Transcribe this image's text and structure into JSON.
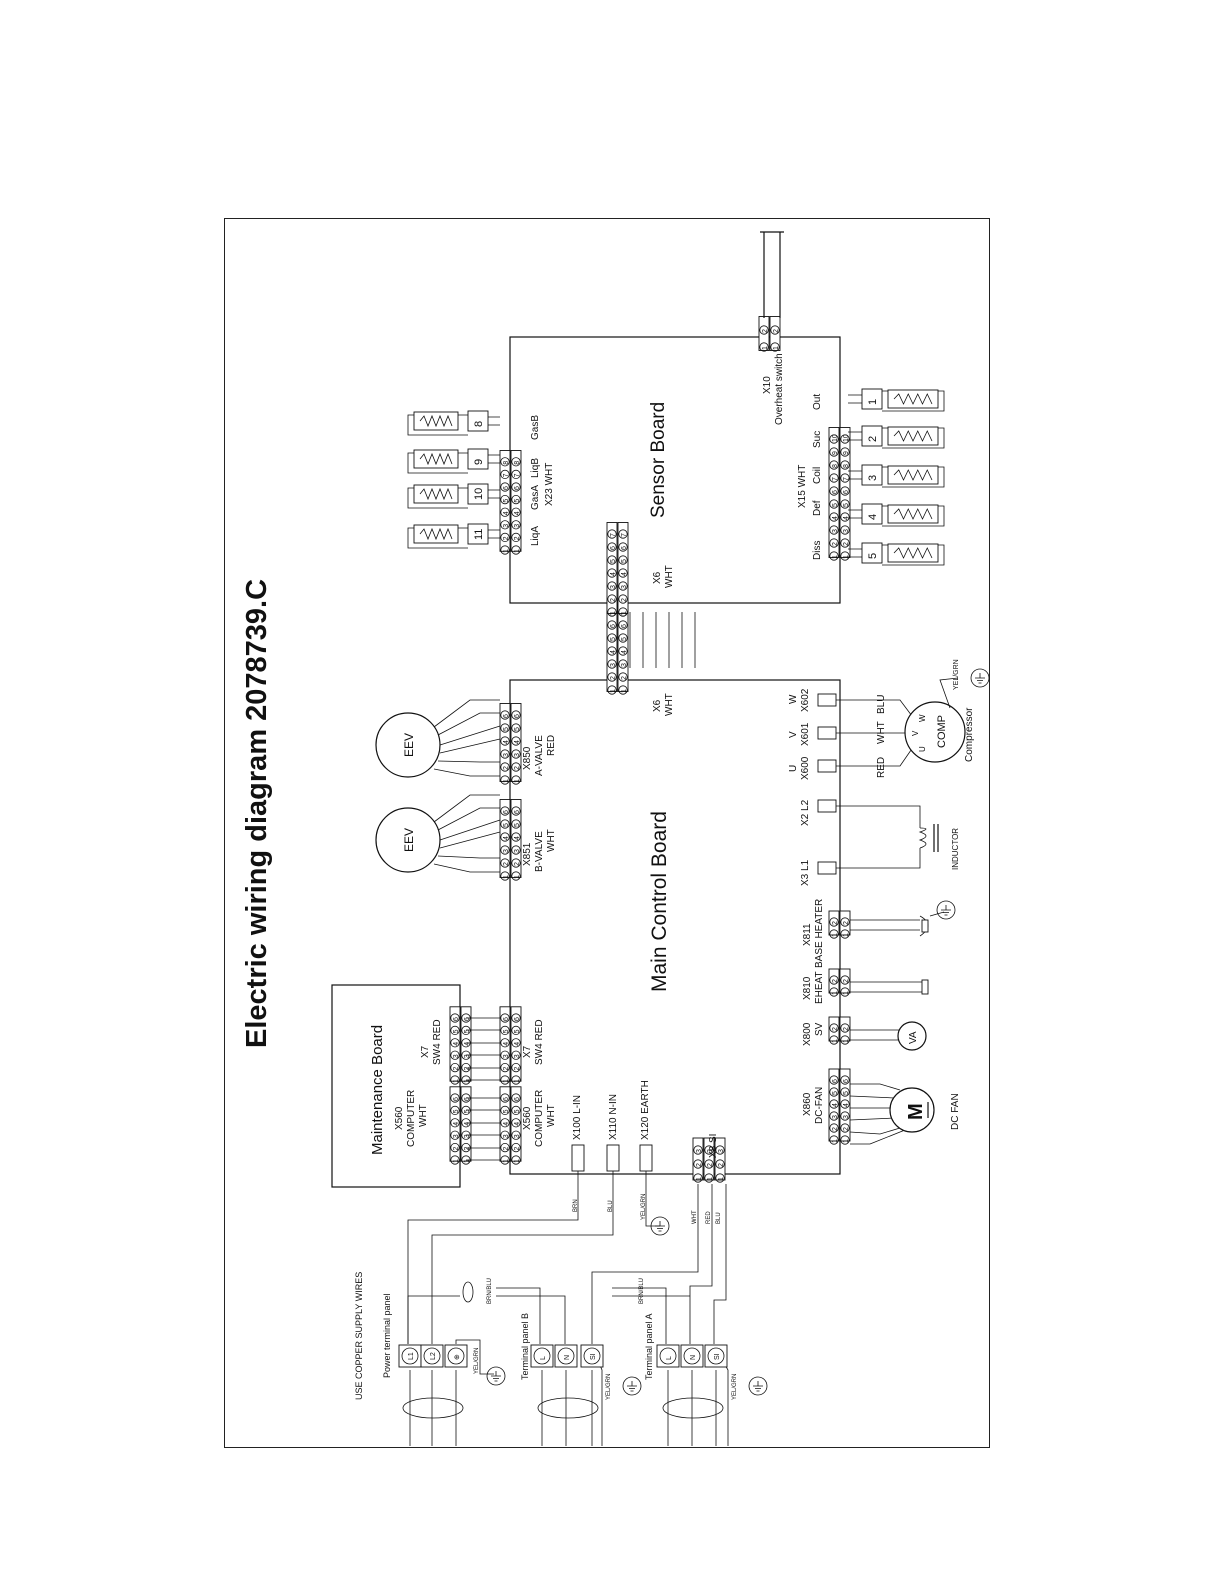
{
  "title": "Electric wiring diagram 2078739.C",
  "boards": {
    "main": "Main  Control Board",
    "sensor": "Sensor Board",
    "maintenance": "Maintenance Board"
  },
  "maintenance_connectors": {
    "x560": [
      "X560",
      "COMPUTER",
      "WHT"
    ],
    "x7": [
      "X7",
      "SW4 RED"
    ]
  },
  "main_left_connectors": {
    "x560": [
      "X560",
      "COMPUTER",
      "WHT"
    ],
    "x7": [
      "X7",
      "SW4 RED"
    ],
    "x100": "X100 L-IN",
    "x110": "X110 N-IN",
    "x120": "X120 EARTH"
  },
  "eev": {
    "label": "EEV",
    "x851": [
      "X851",
      "B-VALVE",
      "WHT"
    ],
    "x850": [
      "X850",
      "A-VALVE",
      "RED"
    ]
  },
  "x6": [
    "X6",
    "WHT"
  ],
  "x8": "X8  SI",
  "sensor": {
    "x23": [
      "X23  WHT"
    ],
    "x23_pins": [
      "LiqA",
      "GasA",
      "LiqB",
      "GasB"
    ],
    "x23_sensors": [
      "11",
      "10",
      "9",
      "8"
    ],
    "x10": [
      "X10",
      "Overheat switch"
    ],
    "x15": [
      "X15 WHT"
    ],
    "x15_pins": [
      "Diss",
      "Def",
      "Coil",
      "Suc",
      "Out"
    ],
    "x15_sensors": [
      "5",
      "4",
      "3",
      "2",
      "1"
    ]
  },
  "bottom": {
    "x860": [
      "X860",
      "DC-FAN"
    ],
    "x800": [
      "X800",
      "SV"
    ],
    "x810": [
      "X810",
      "EHEAT"
    ],
    "x811": [
      "X811",
      "BASE HEATER"
    ],
    "x3": "X3 L1",
    "x2": "X2 L2",
    "x600": [
      "U",
      "X600"
    ],
    "x601": [
      "V",
      "X601"
    ],
    "x602": [
      "W",
      "X602"
    ],
    "dc_fan": "DC FAN",
    "motor": "M",
    "va": "VA",
    "inductor": "INDUCTOR",
    "comp": "COMP",
    "compressor": "Compressor",
    "uvw": [
      "U",
      "V",
      "W"
    ],
    "wire_colors": [
      "RED",
      "WHT",
      "BLU"
    ],
    "yelgrn": "YEL/GRN"
  },
  "supply": {
    "copper": "USE COPPER SUPPLY WIRES",
    "power_panel": "Power terminal panel",
    "panel_b": "Terminal panel B",
    "panel_a": "Terminal panel A",
    "power_terms": [
      "L1",
      "L2",
      "⊕"
    ],
    "panel_terms": [
      "L",
      "N",
      "SI"
    ],
    "yelgrn": "YEL/GRN",
    "brnblu": "BRN/BLU",
    "brn": "BRN",
    "blu": "BLU",
    "wht": "WHT",
    "red": "RED"
  },
  "numbers": [
    "1",
    "2",
    "3",
    "4",
    "5",
    "6",
    "7",
    "8",
    "9",
    "10"
  ]
}
